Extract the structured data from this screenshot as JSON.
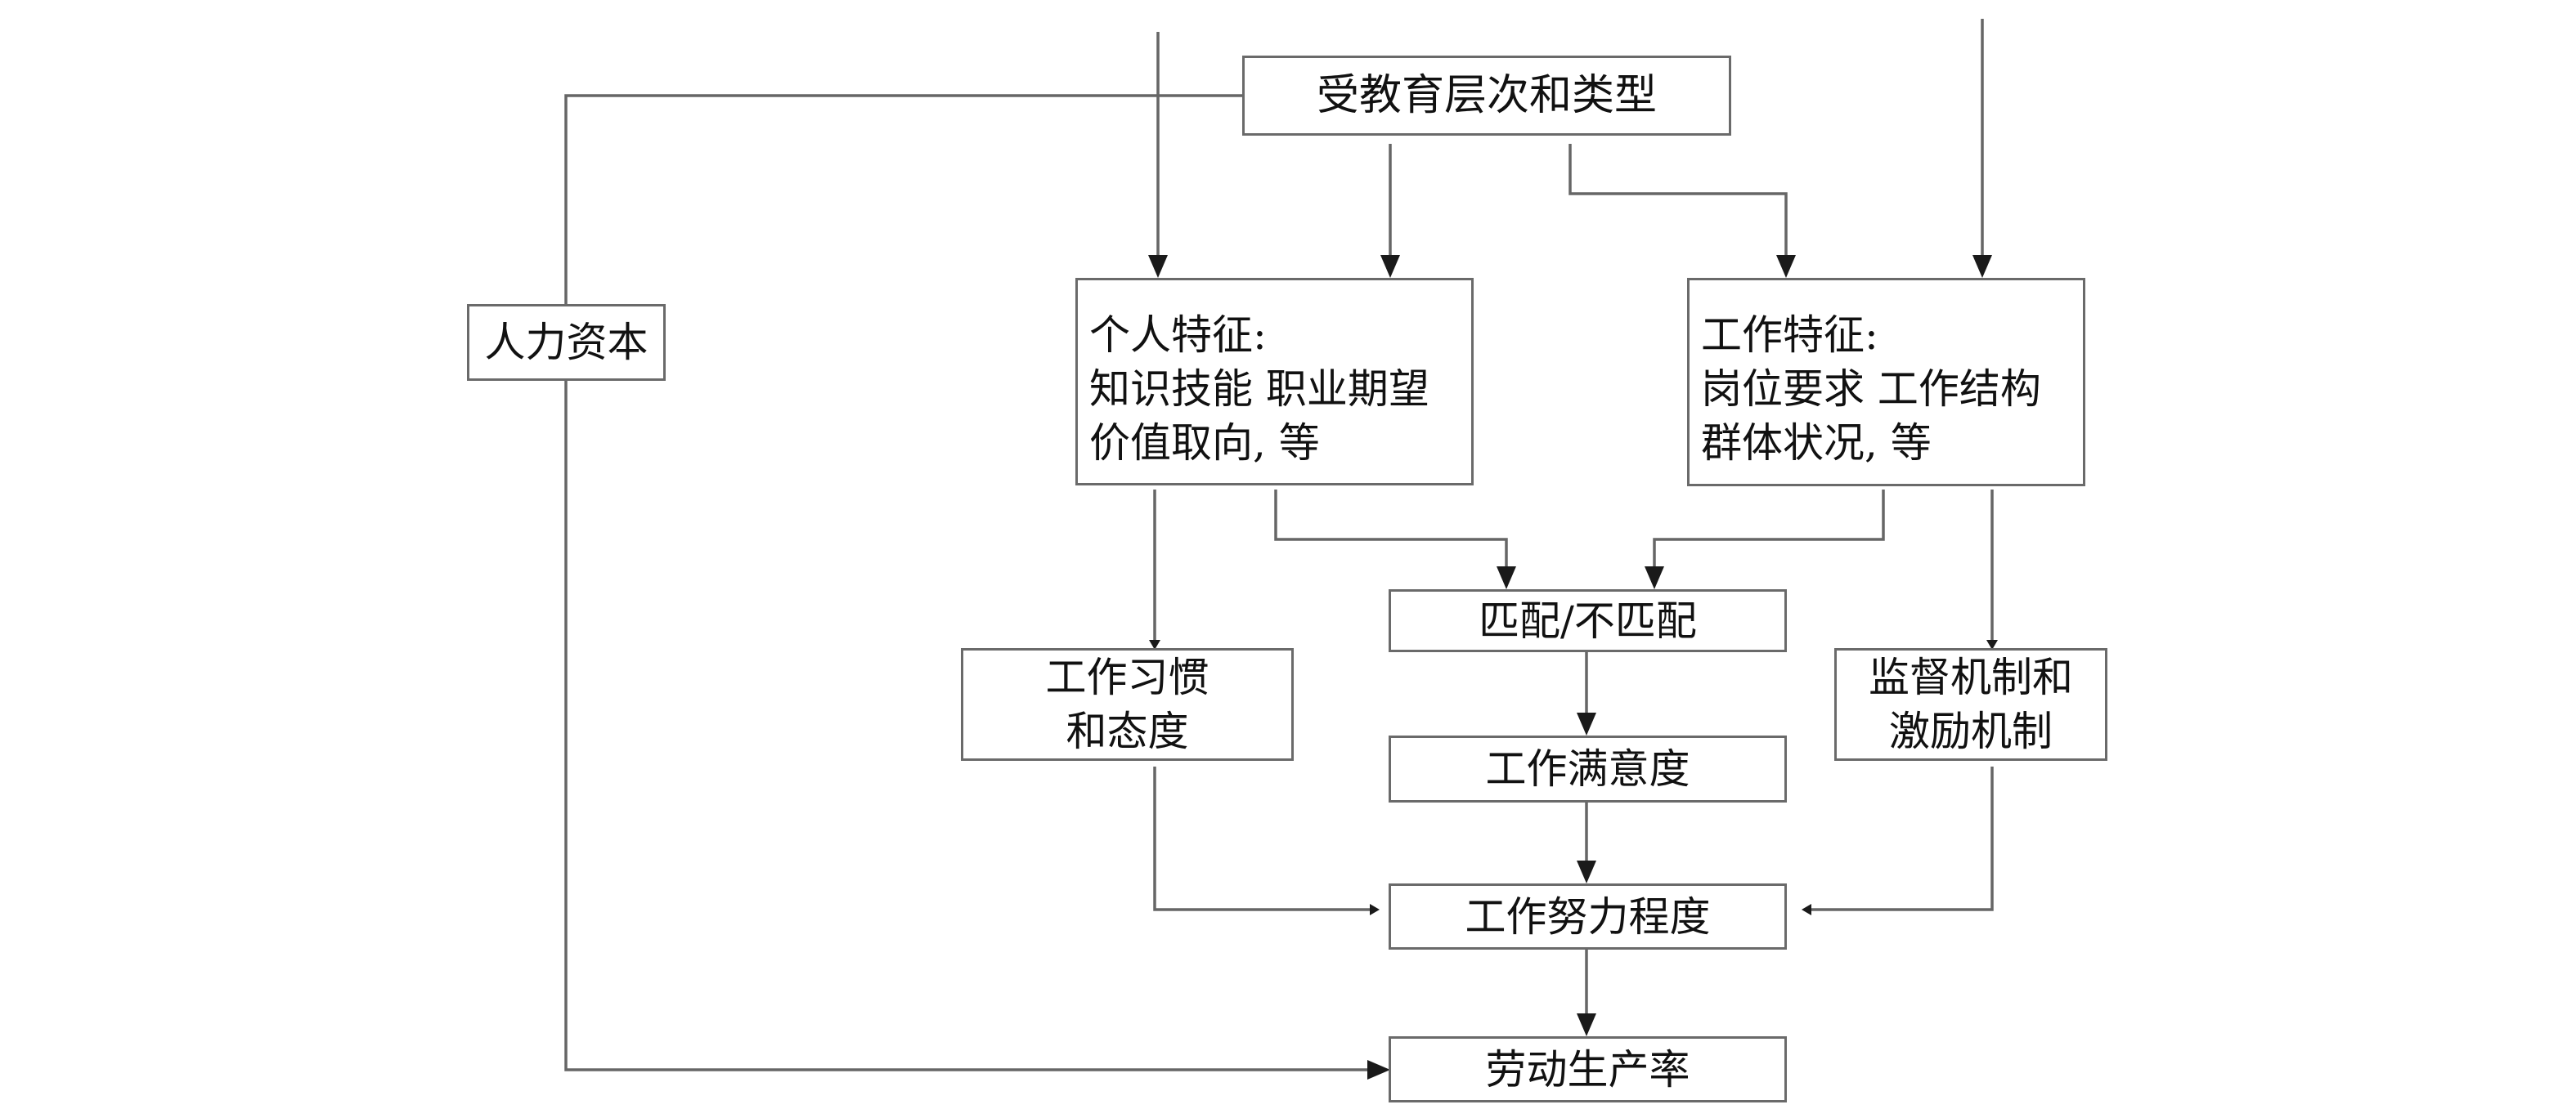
{
  "diagram": {
    "title": "",
    "nodes": {
      "education": {
        "label": "受教育层次和类型",
        "lines": [
          "受教育层次和类型"
        ]
      },
      "human_capital": {
        "label": "人力资本",
        "lines": [
          "人力资本"
        ]
      },
      "personal": {
        "label": "个人特征",
        "lines": [
          "个人特征:",
          "知识技能 职业期望",
          "价值取向, 等"
        ]
      },
      "job": {
        "label": "工作特征",
        "lines": [
          "工作特征:",
          "岗位要求 工作结构",
          "群体状况, 等"
        ]
      },
      "match": {
        "label": "匹配/不匹配",
        "lines": [
          "匹配/不匹配"
        ]
      },
      "habits": {
        "label": "工作习惯和态度",
        "lines": [
          "工作习惯",
          "和态度"
        ]
      },
      "supervision": {
        "label": "监督机制和激励机制",
        "lines": [
          "监督机制和",
          "激励机制"
        ]
      },
      "satisfaction": {
        "label": "工作满意度",
        "lines": [
          "工作满意度"
        ]
      },
      "effort": {
        "label": "工作努力程度",
        "lines": [
          "工作努力程度"
        ]
      },
      "productivity": {
        "label": "劳动生产率",
        "lines": [
          "劳动生产率"
        ]
      }
    },
    "edges": [
      {
        "from": "external-top-left",
        "to": "personal"
      },
      {
        "from": "education",
        "to": "personal"
      },
      {
        "from": "education",
        "to": "job"
      },
      {
        "from": "external-top-right",
        "to": "job"
      },
      {
        "from": "education",
        "to": "human_capital"
      },
      {
        "from": "human_capital",
        "to": "productivity"
      },
      {
        "from": "personal",
        "to": "habits"
      },
      {
        "from": "personal",
        "to": "match"
      },
      {
        "from": "job",
        "to": "match"
      },
      {
        "from": "job",
        "to": "supervision"
      },
      {
        "from": "match",
        "to": "satisfaction"
      },
      {
        "from": "satisfaction",
        "to": "effort"
      },
      {
        "from": "habits",
        "to": "effort"
      },
      {
        "from": "supervision",
        "to": "effort"
      },
      {
        "from": "effort",
        "to": "productivity"
      }
    ],
    "colors": {
      "line": "#666666",
      "arrow": "#1a1a1a",
      "text": "#111111",
      "box_border": "#6a6a6a"
    }
  }
}
